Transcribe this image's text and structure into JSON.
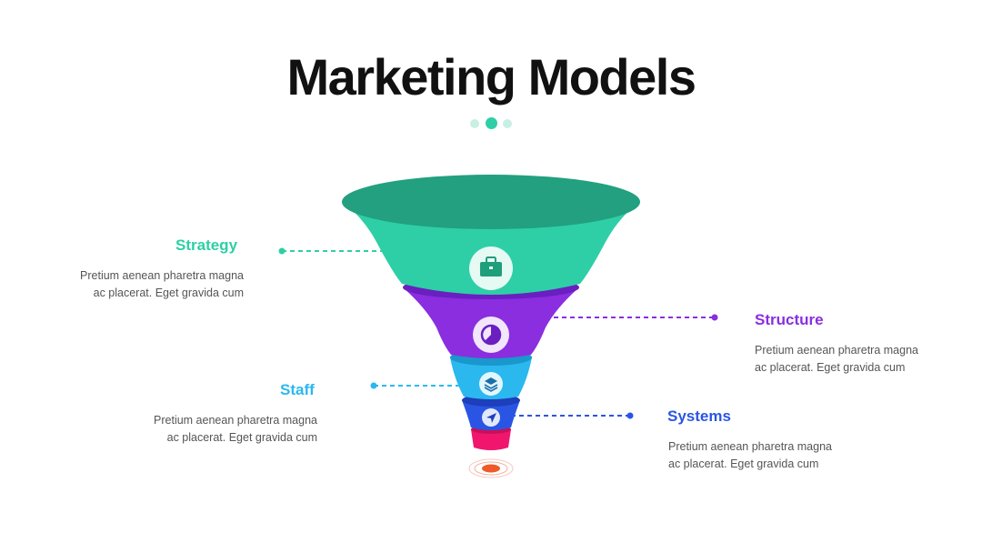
{
  "title": "Marketing Models",
  "colors": {
    "strategy": "#2ecfa6",
    "strategy_top": "#22a07f",
    "structure": "#8a2ee0",
    "staff": "#2bb8ef",
    "systems": "#2a55e4",
    "base": "#f0166e",
    "target": "#ee5a2a",
    "dot_light": "#c8efe3",
    "dot_active": "#2ecfa6"
  },
  "items": [
    {
      "id": "strategy",
      "label": "Strategy",
      "text_line1": "Pretium aenean pharetra magna",
      "text_line2": "ac placerat. Eget gravida cum",
      "icon": "briefcase-icon"
    },
    {
      "id": "structure",
      "label": "Structure",
      "text_line1": "Pretium aenean pharetra magna",
      "text_line2": "ac placerat. Eget gravida cum",
      "icon": "pie-chart-icon"
    },
    {
      "id": "staff",
      "label": "Staff",
      "text_line1": "Pretium aenean pharetra magna",
      "text_line2": "ac placerat. Eget gravida cum",
      "icon": "layers-icon"
    },
    {
      "id": "systems",
      "label": "Systems",
      "text_line1": "Pretium aenean pharetra magna",
      "text_line2": "ac placerat. Eget gravida cum",
      "icon": "send-icon"
    }
  ]
}
